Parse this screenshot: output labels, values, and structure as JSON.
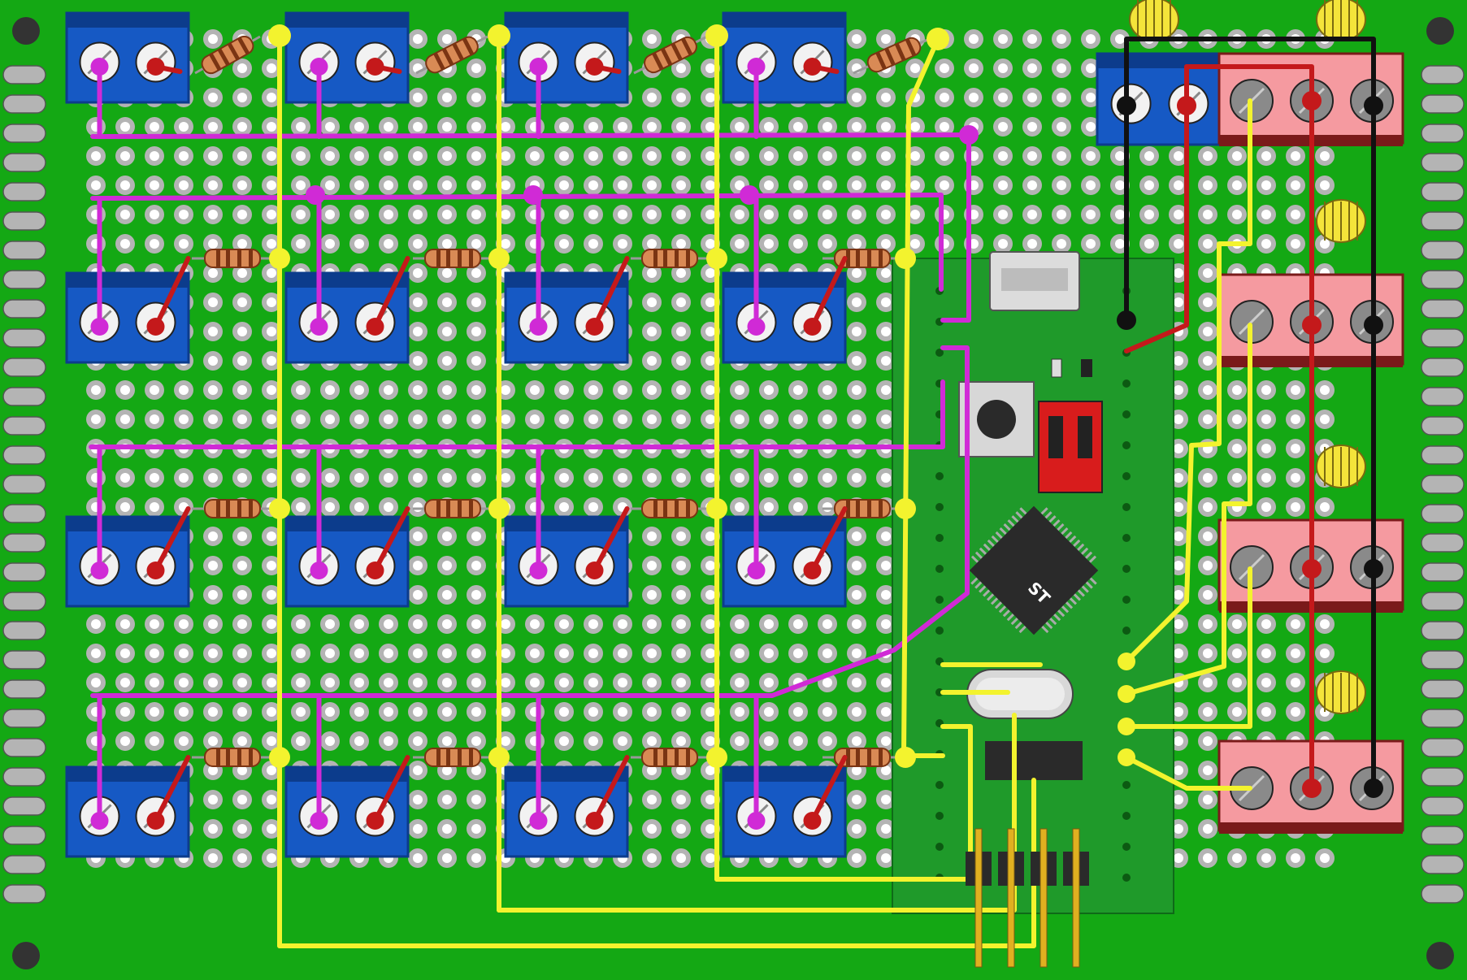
{
  "diagram": {
    "kind": "perfboard-wiring-layout",
    "colors": {
      "board": "#14a814",
      "board_edge": "#0c8a0c",
      "pad_ring": "#b4b4b4",
      "pad_hole": "#ffffff",
      "mount_hole": "#333333",
      "blue_terminal": "#1659c4",
      "blue_terminal_dark": "#0c3c8c",
      "pink_terminal": "#f59aa0",
      "pink_terminal_dark": "#7a1a1a",
      "module_pcb": "#1f9a2a",
      "wire_yellow": "#f3f32e",
      "wire_magenta": "#d02ad6",
      "wire_red": "#c4191b",
      "wire_black": "#111111",
      "resistor_body": "#d98a55",
      "resistor_band": "#7a3413",
      "chip": "#2a2a2a",
      "header_pin": "#e0b020",
      "button": "#d7d7d7",
      "relay_red": "#d81c1c"
    },
    "icons": {
      "mount_hole": "mount-hole-icon",
      "screw": "screw-icon",
      "resistor": "resistor-icon",
      "mcu": "microcontroller-chip-icon",
      "crystal": "crystal-oscillator-icon",
      "usb": "usb-connector-icon",
      "button": "push-button-icon",
      "header": "pin-header-icon",
      "coil": "inductor-coil-icon"
    },
    "chip_marking": "ST",
    "left_terminal_grid": {
      "rows": 4,
      "cols": 4
    },
    "right_terminal_blocks": 4,
    "header_pins": 4
  }
}
